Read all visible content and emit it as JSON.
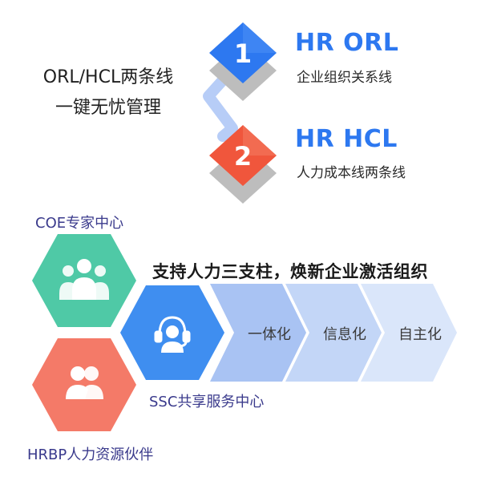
{
  "intro": {
    "line1": "ORL/HCL两条线",
    "line2": "一键无忧管理"
  },
  "steps": [
    {
      "number": "1",
      "title": "HR ORL",
      "subtitle": "企业组织关系线",
      "color": "#2d78f0"
    },
    {
      "number": "2",
      "title": "HR HCL",
      "subtitle": "人力成本线两条线",
      "color": "#f0563c"
    }
  ],
  "pillars": {
    "headline": "支持人力三支柱，焕新企业激活组织",
    "coe_label": "COE专家中心",
    "ssc_label": "SSC共享服务中心",
    "hrbp_label": "HRBP人力资源伙伴",
    "stages": [
      "一体化",
      "信息化",
      "自主化"
    ]
  },
  "colors": {
    "blue": "#2d78f0",
    "red": "#f0563c",
    "teal": "#4fc9a6",
    "salmon": "#f47a68",
    "ssc_blue": "#3f8ef0",
    "connector": "#b7cdf7",
    "gray_shadow": "#bdbdbd"
  }
}
